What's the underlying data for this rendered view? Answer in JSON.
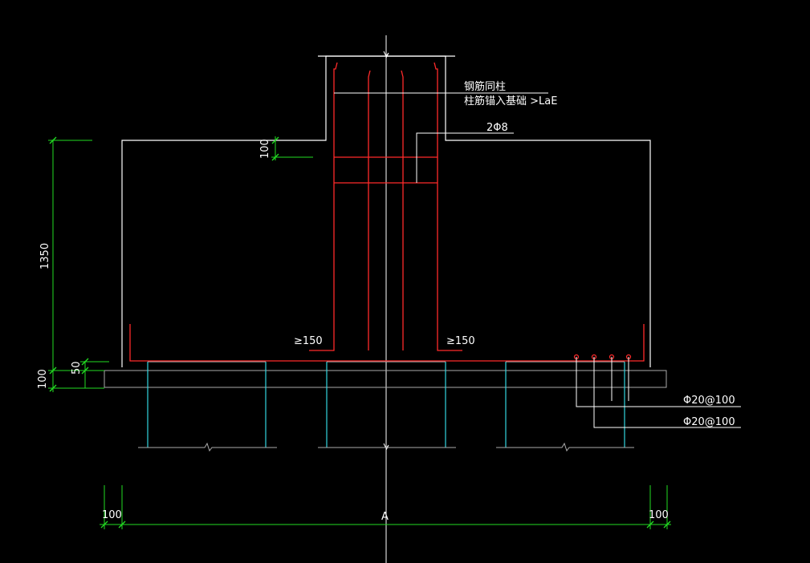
{
  "colors": {
    "background": "#000000",
    "concrete_outline": "#ffffff",
    "rebar": "#ff2a2a",
    "pile": "#33d6e0",
    "dimension": "#22dd22",
    "leader": "#ffffff"
  },
  "annotations": {
    "rebar_note_line1": "钢筋同柱",
    "rebar_note_line2": "柱筋锚入基础 >LaE",
    "stirrup": "2Φ8",
    "anchor_left": "≥150",
    "anchor_right": "≥150",
    "bottom_bar_1": "Φ20@100",
    "bottom_bar_2": "Φ20@100"
  },
  "dimensions": {
    "height_total": "1350",
    "top_offset": "100",
    "cover_50": "50",
    "cushion_100": "100",
    "left_edge": "100",
    "width_a": "A",
    "right_edge": "100"
  }
}
